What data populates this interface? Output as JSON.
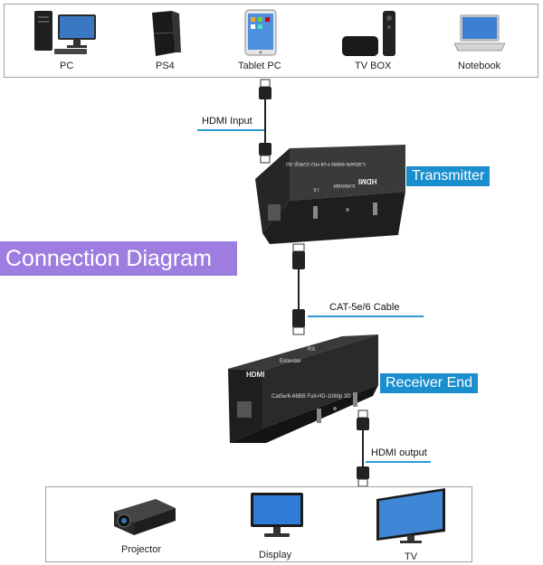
{
  "sources": [
    {
      "label": "PC",
      "icon": "desktop-pc-icon"
    },
    {
      "label": "PS4",
      "icon": "game-console-icon"
    },
    {
      "label": "Tablet PC",
      "icon": "tablet-icon"
    },
    {
      "label": "TV BOX",
      "icon": "tv-box-icon"
    },
    {
      "label": "Notebook",
      "icon": "laptop-icon"
    }
  ],
  "destinations": [
    {
      "label": "Projector",
      "icon": "projector-icon"
    },
    {
      "label": "Display",
      "icon": "monitor-icon"
    },
    {
      "label": "TV",
      "icon": "tv-icon"
    }
  ],
  "title": "Connection Diagram",
  "transmitter": {
    "tag": "Transmitter",
    "print1": "Cat5e/6-66BB  Full-HD-1080p 3D",
    "print2": "HDMI",
    "print3": "Extender",
    "print4": "TX"
  },
  "receiver": {
    "tag": "Receiver End",
    "print1": "HDMI",
    "print2": "Extender",
    "print3": "RX",
    "print4": "Cat5e/6-66BB  Full-HD-1080p 3D"
  },
  "cables": {
    "hdmi_input": "HDMI Input",
    "cat": "CAT-5e/6 Cable",
    "hdmi_output": "HDMI output"
  },
  "colors": {
    "accent": "#1b8fce",
    "title_bg": "#9d7de0",
    "device": "#2a2a2a"
  }
}
